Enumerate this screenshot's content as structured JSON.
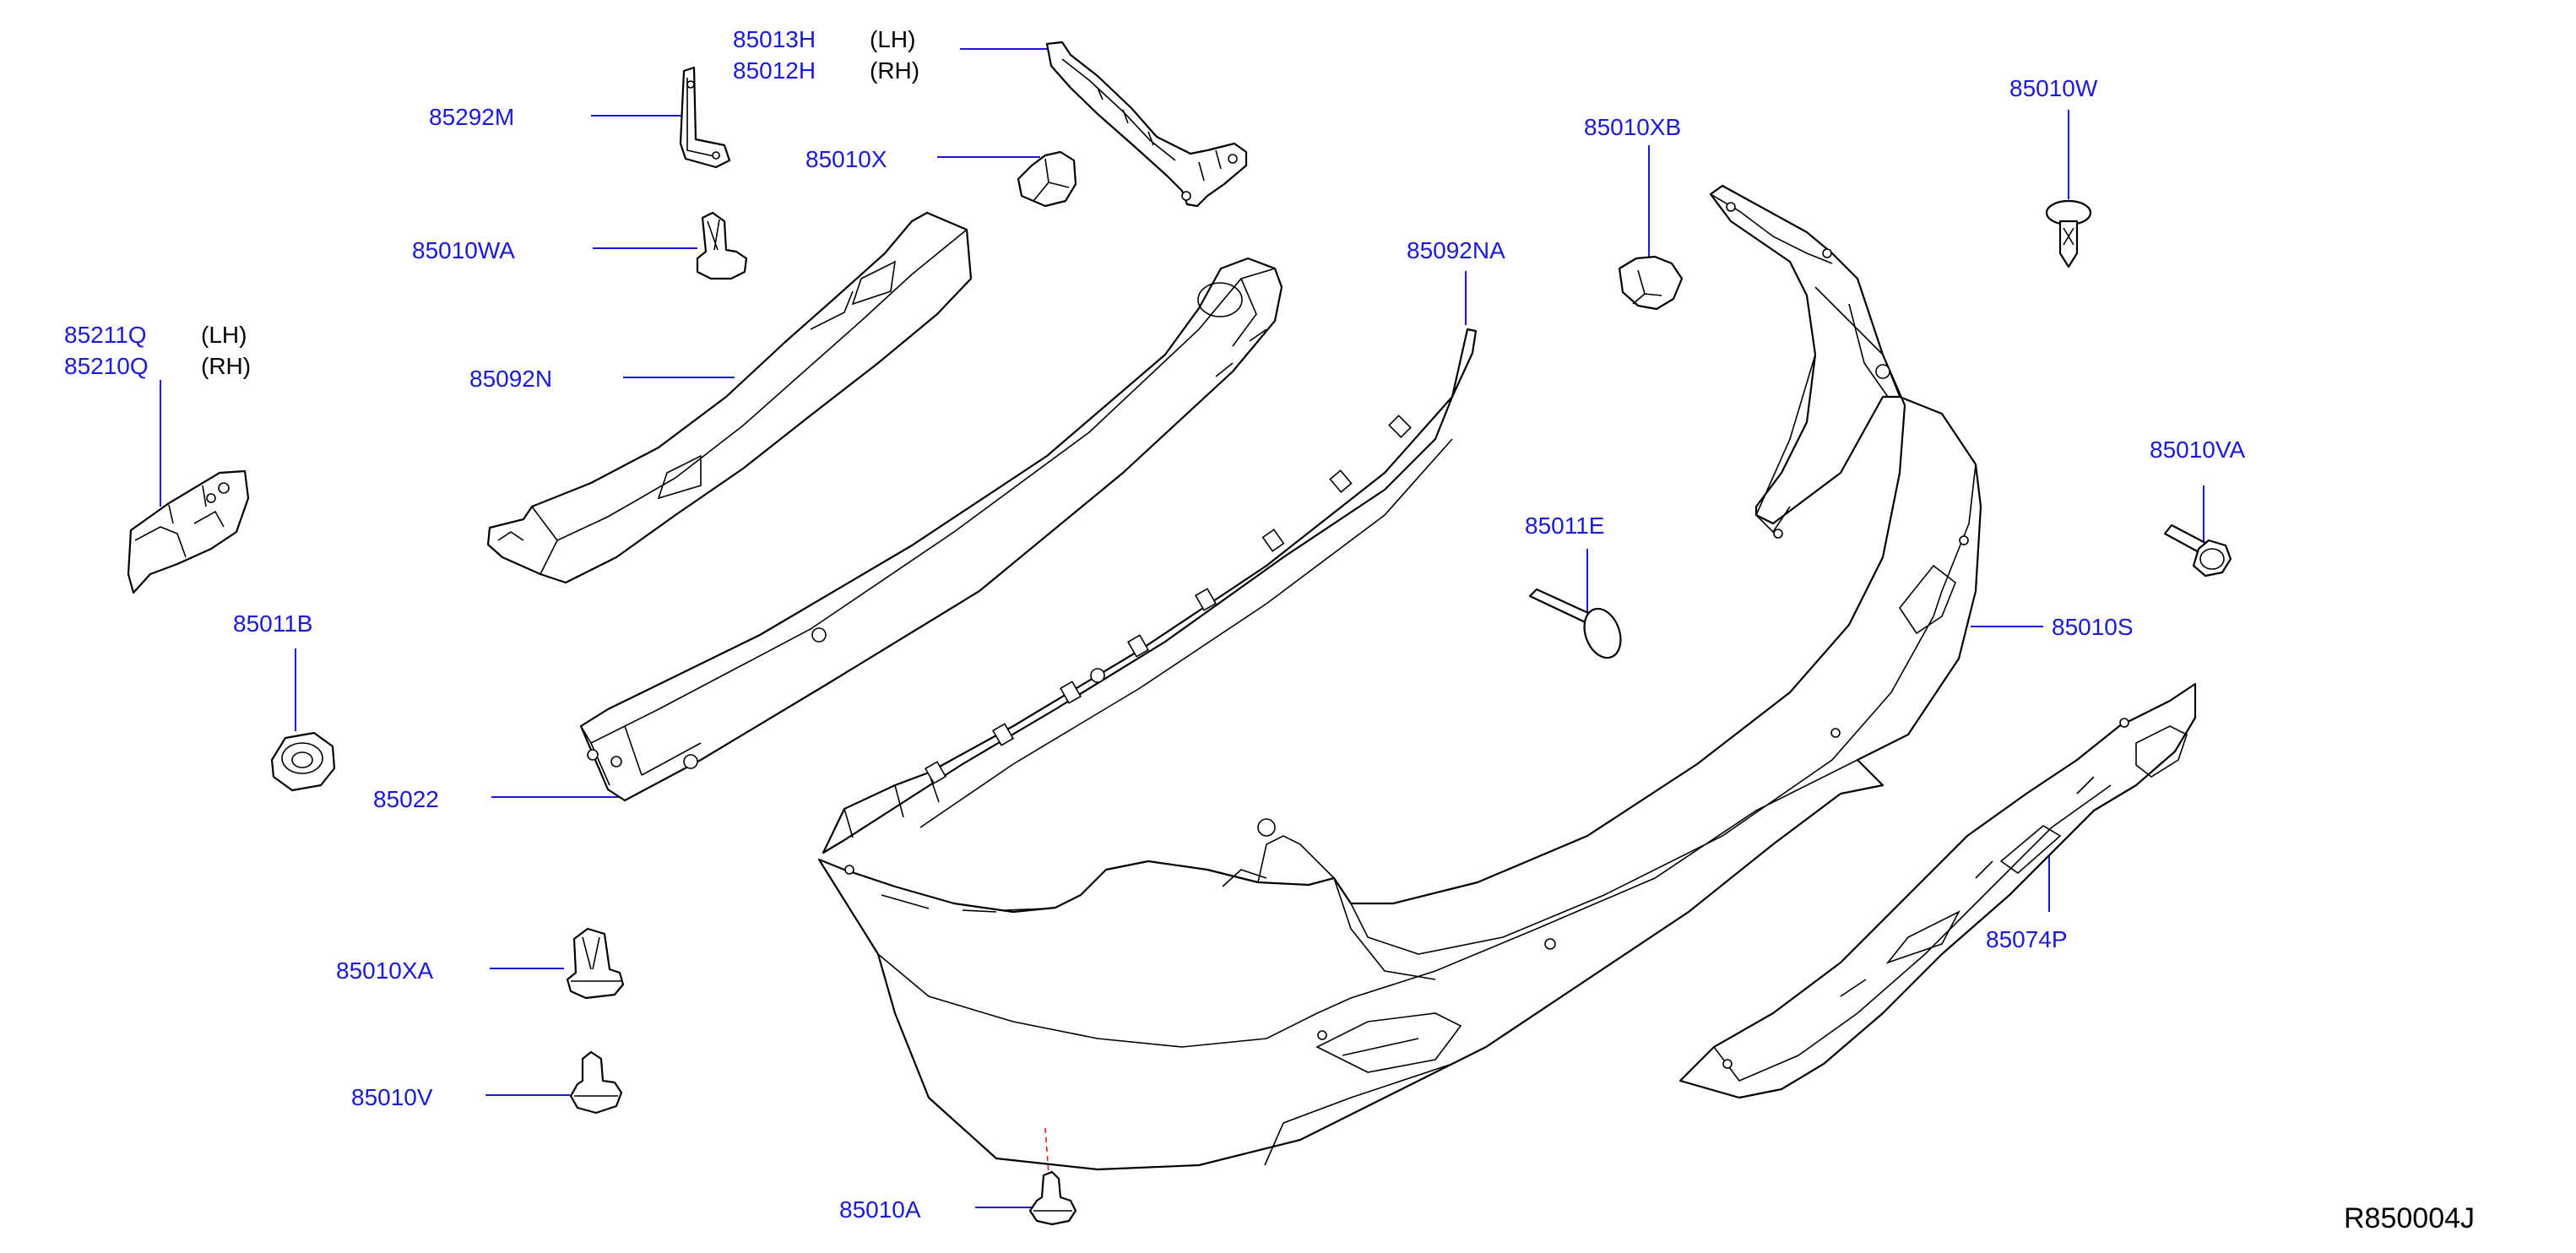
{
  "diagram": {
    "code": "R850004J"
  },
  "labels": {
    "p85013H": "85013H",
    "p85012H": "85012H",
    "p85013H_side": "(LH)",
    "p85012H_side": "(RH)",
    "p85292M": "85292M",
    "p85010X": "85010X",
    "p85010WA": "85010WA",
    "p85211Q": "85211Q",
    "p85210Q": "85210Q",
    "p85211Q_side": "(LH)",
    "p85210Q_side": "(RH)",
    "p85092N": "85092N",
    "p85011B": "85011B",
    "p85022": "85022",
    "p85010XA": "85010XA",
    "p85010V": "85010V",
    "p85010A": "85010A",
    "p85092NA": "85092NA",
    "p85010XB": "85010XB",
    "p85011E": "85011E",
    "p85010W": "85010W",
    "p85010VA": "85010VA",
    "p85010S": "85010S",
    "p85074P": "85074P"
  },
  "colors": {
    "label": "#1a1ad6",
    "outline": "#000000",
    "hidden_line": "#dd2222",
    "background": "#ffffff"
  }
}
